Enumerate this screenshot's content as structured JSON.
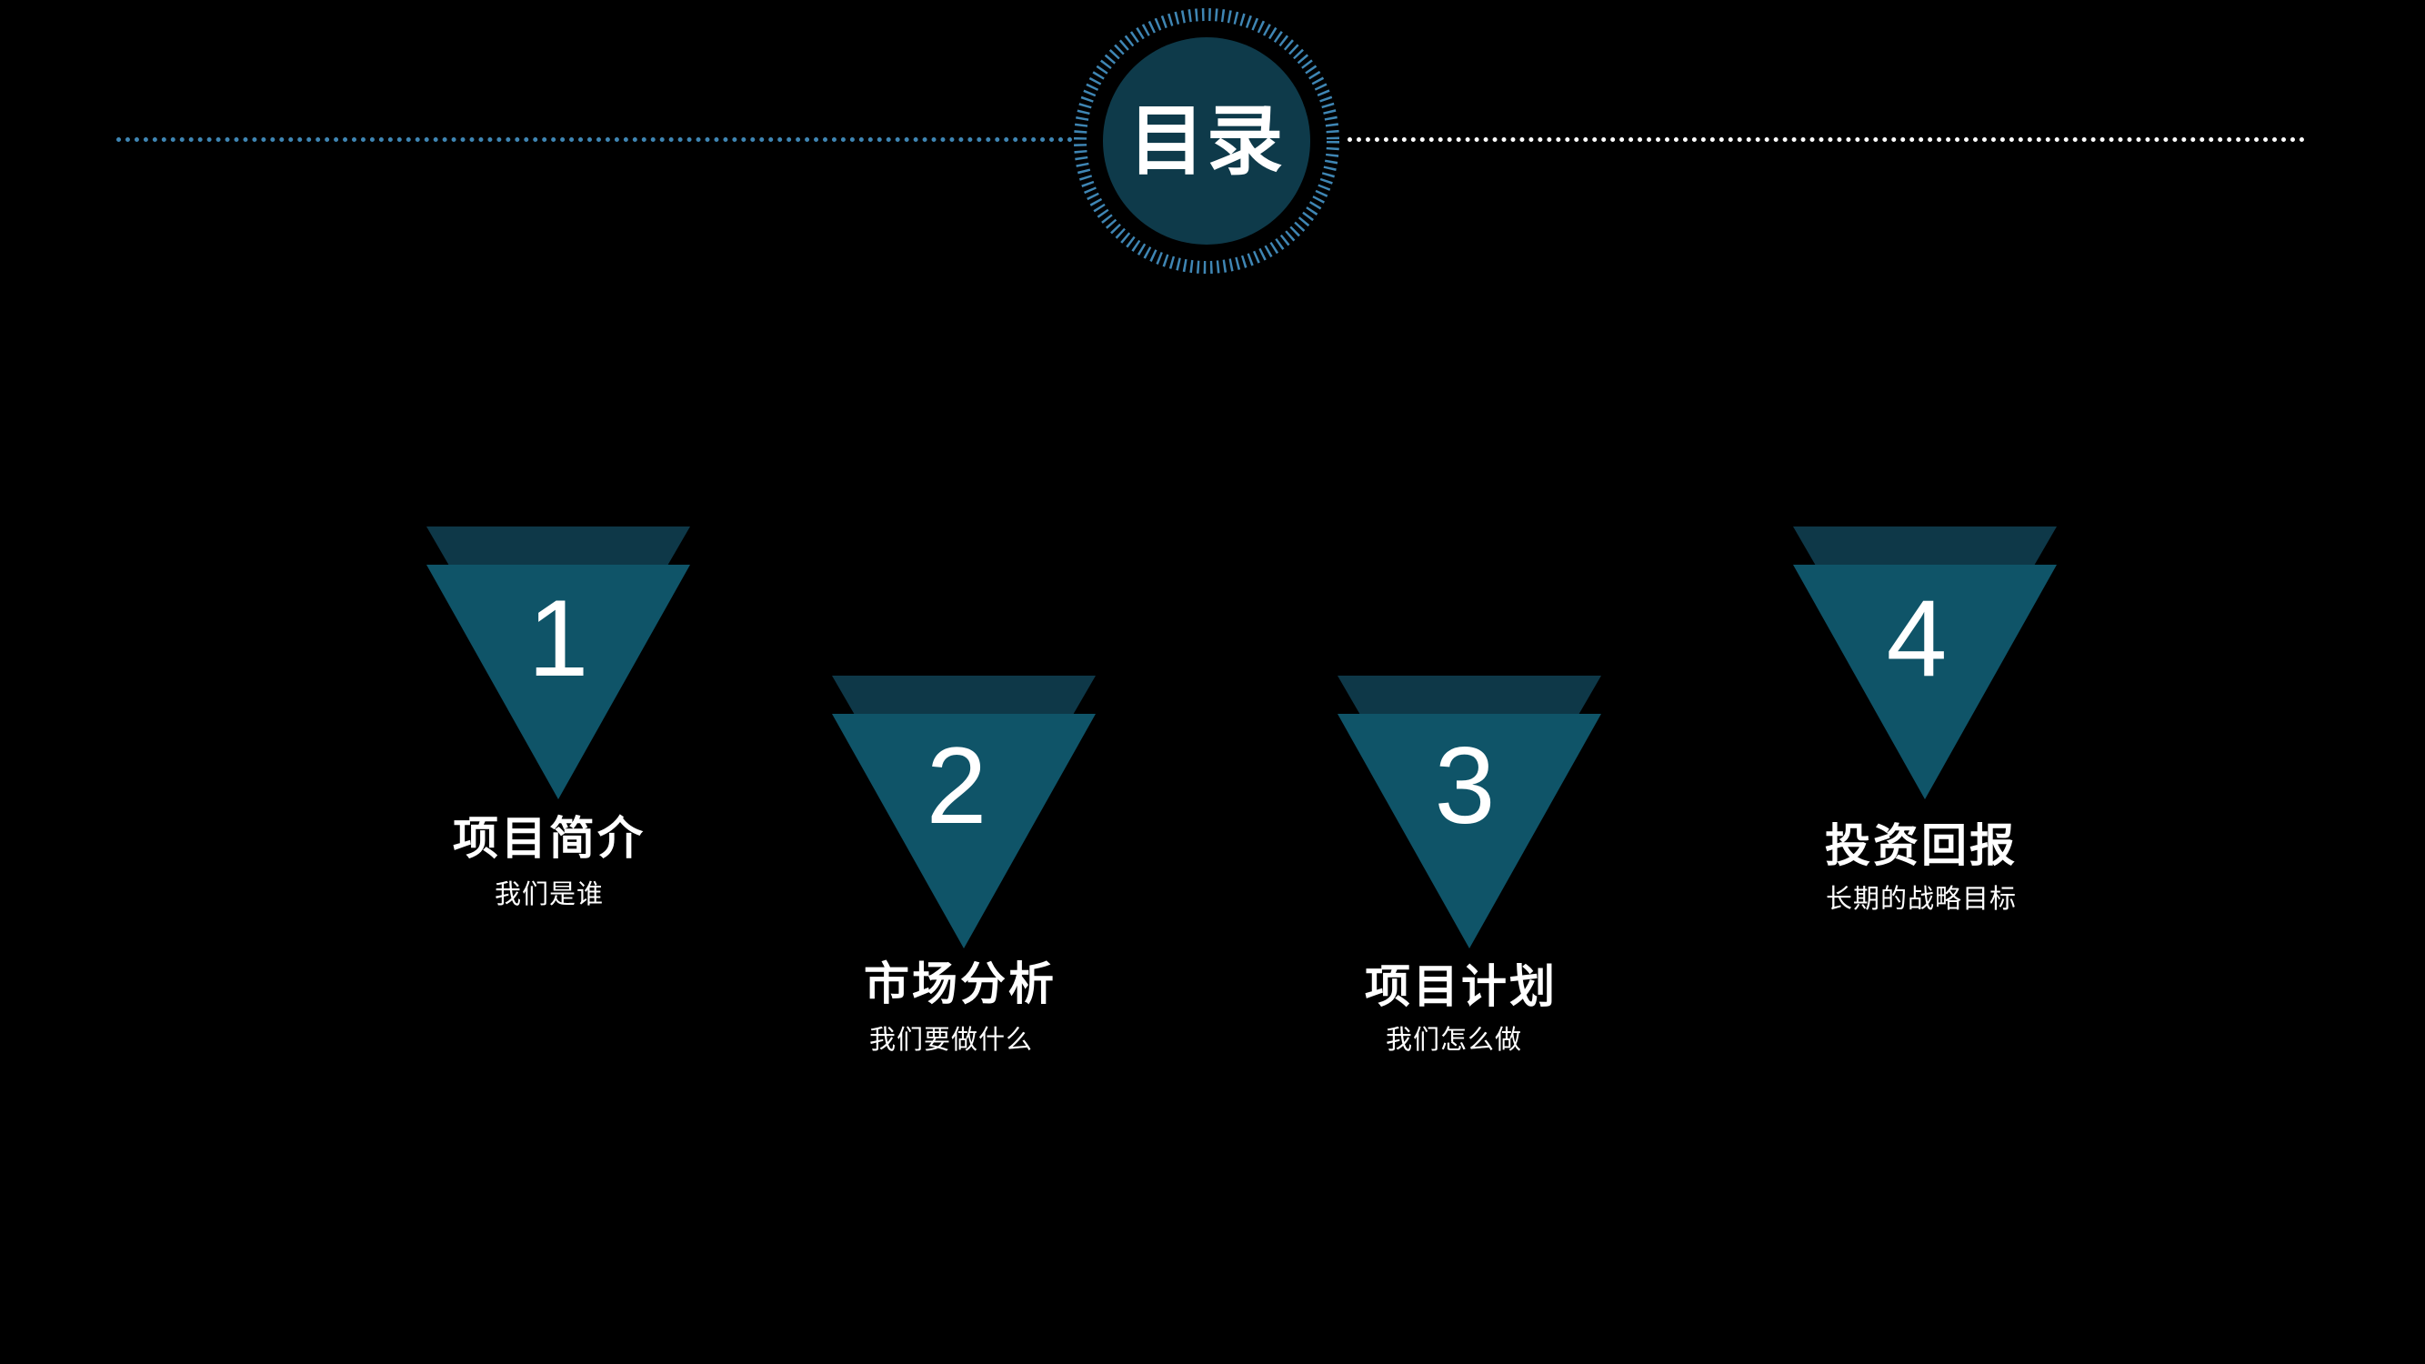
{
  "header": {
    "title": "目录"
  },
  "items": [
    {
      "number": "1",
      "title": "项目简介",
      "subtitle": "我们是谁"
    },
    {
      "number": "2",
      "title": "市场分析",
      "subtitle": "我们要做什么"
    },
    {
      "number": "3",
      "title": "项目计划",
      "subtitle": "我们怎么做"
    },
    {
      "number": "4",
      "title": "投资回报",
      "subtitle": "长期的战略目标"
    }
  ],
  "colors": {
    "background": "#000000",
    "triangle_back": "#0e3848",
    "triangle_front": "#0f5468",
    "badge_fill": "#0e3a4a",
    "badge_ticks": "#3f86b4",
    "dotted_left": "#3f86b4",
    "dotted_right": "#ffffff",
    "text": "#ffffff"
  }
}
